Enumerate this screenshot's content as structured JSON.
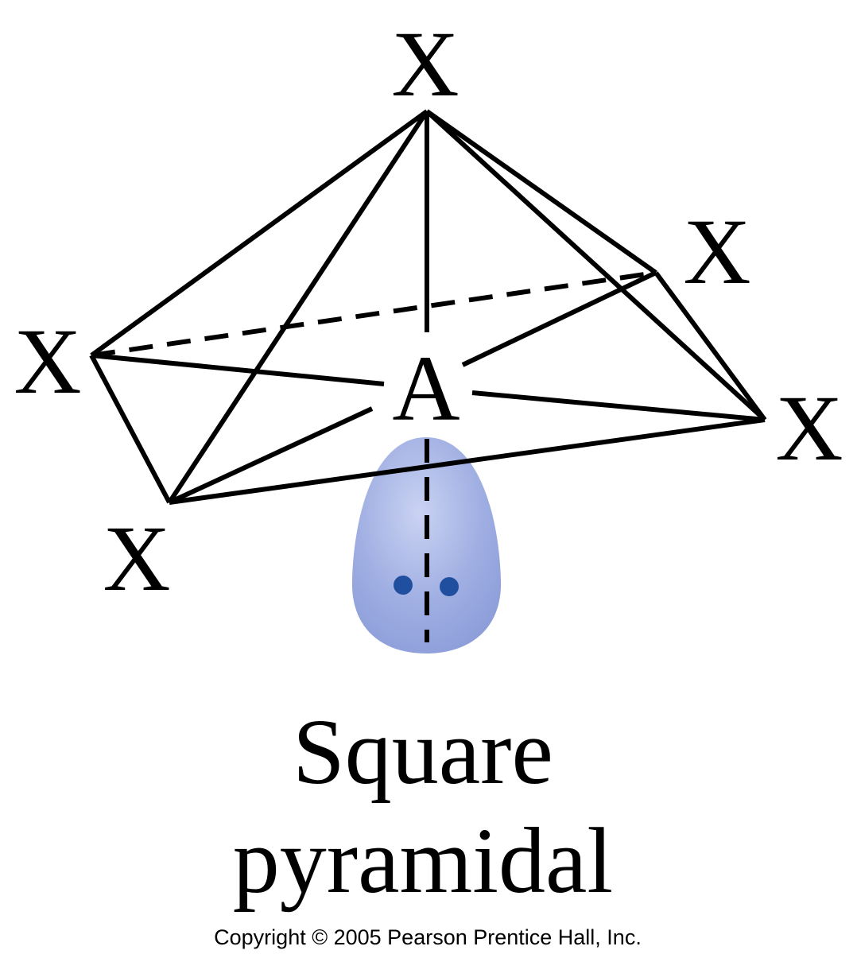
{
  "diagram": {
    "central_atom": "A",
    "ligands": {
      "top": "X",
      "left": "X",
      "back_right": "X",
      "right": "X",
      "front_left": "X"
    },
    "lone_pair": {
      "electron_color": "#1f4f9e",
      "lobe_color": "#8e9fd9"
    },
    "caption_line1": "Square",
    "caption_line2": "pyramidal",
    "copyright": "Copyright © 2005 Pearson Prentice Hall, Inc."
  }
}
